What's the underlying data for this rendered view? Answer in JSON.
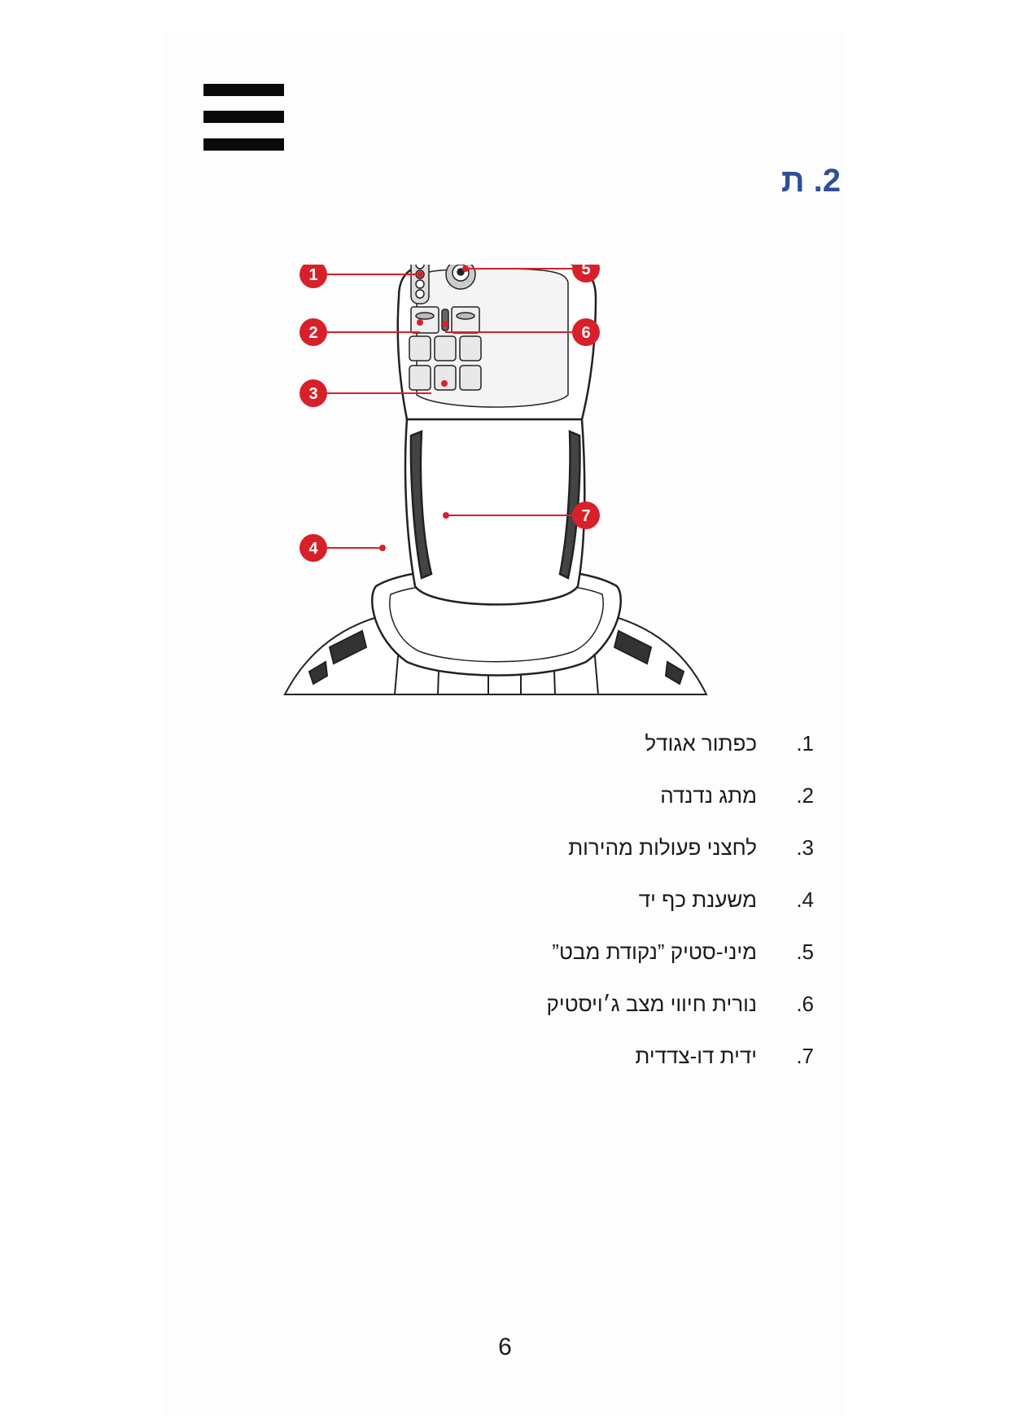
{
  "header": {
    "menu_icon": "hamburger-menu-icon",
    "section_title": "2. ת"
  },
  "figure": {
    "callouts": [
      "1",
      "2",
      "3",
      "4",
      "5",
      "6",
      "7"
    ],
    "accent_color": "#d8202a"
  },
  "legend": {
    "items": [
      {
        "number": ".1",
        "label": "כפתור אגודל"
      },
      {
        "number": ".2",
        "label": "מתג נדנדה"
      },
      {
        "number": ".3",
        "label": "לחצני פעולות מהירות"
      },
      {
        "number": ".4",
        "label": "משענת כף יד"
      },
      {
        "number": ".5",
        "label": "מיני-סטיק ”נקודת מבט”"
      },
      {
        "number": ".6",
        "label": "נורית חיווי מצב ג׳ויסטיק"
      },
      {
        "number": ".7",
        "label": "ידית דו-צדדית"
      }
    ]
  },
  "footer": {
    "page_number": "6"
  }
}
